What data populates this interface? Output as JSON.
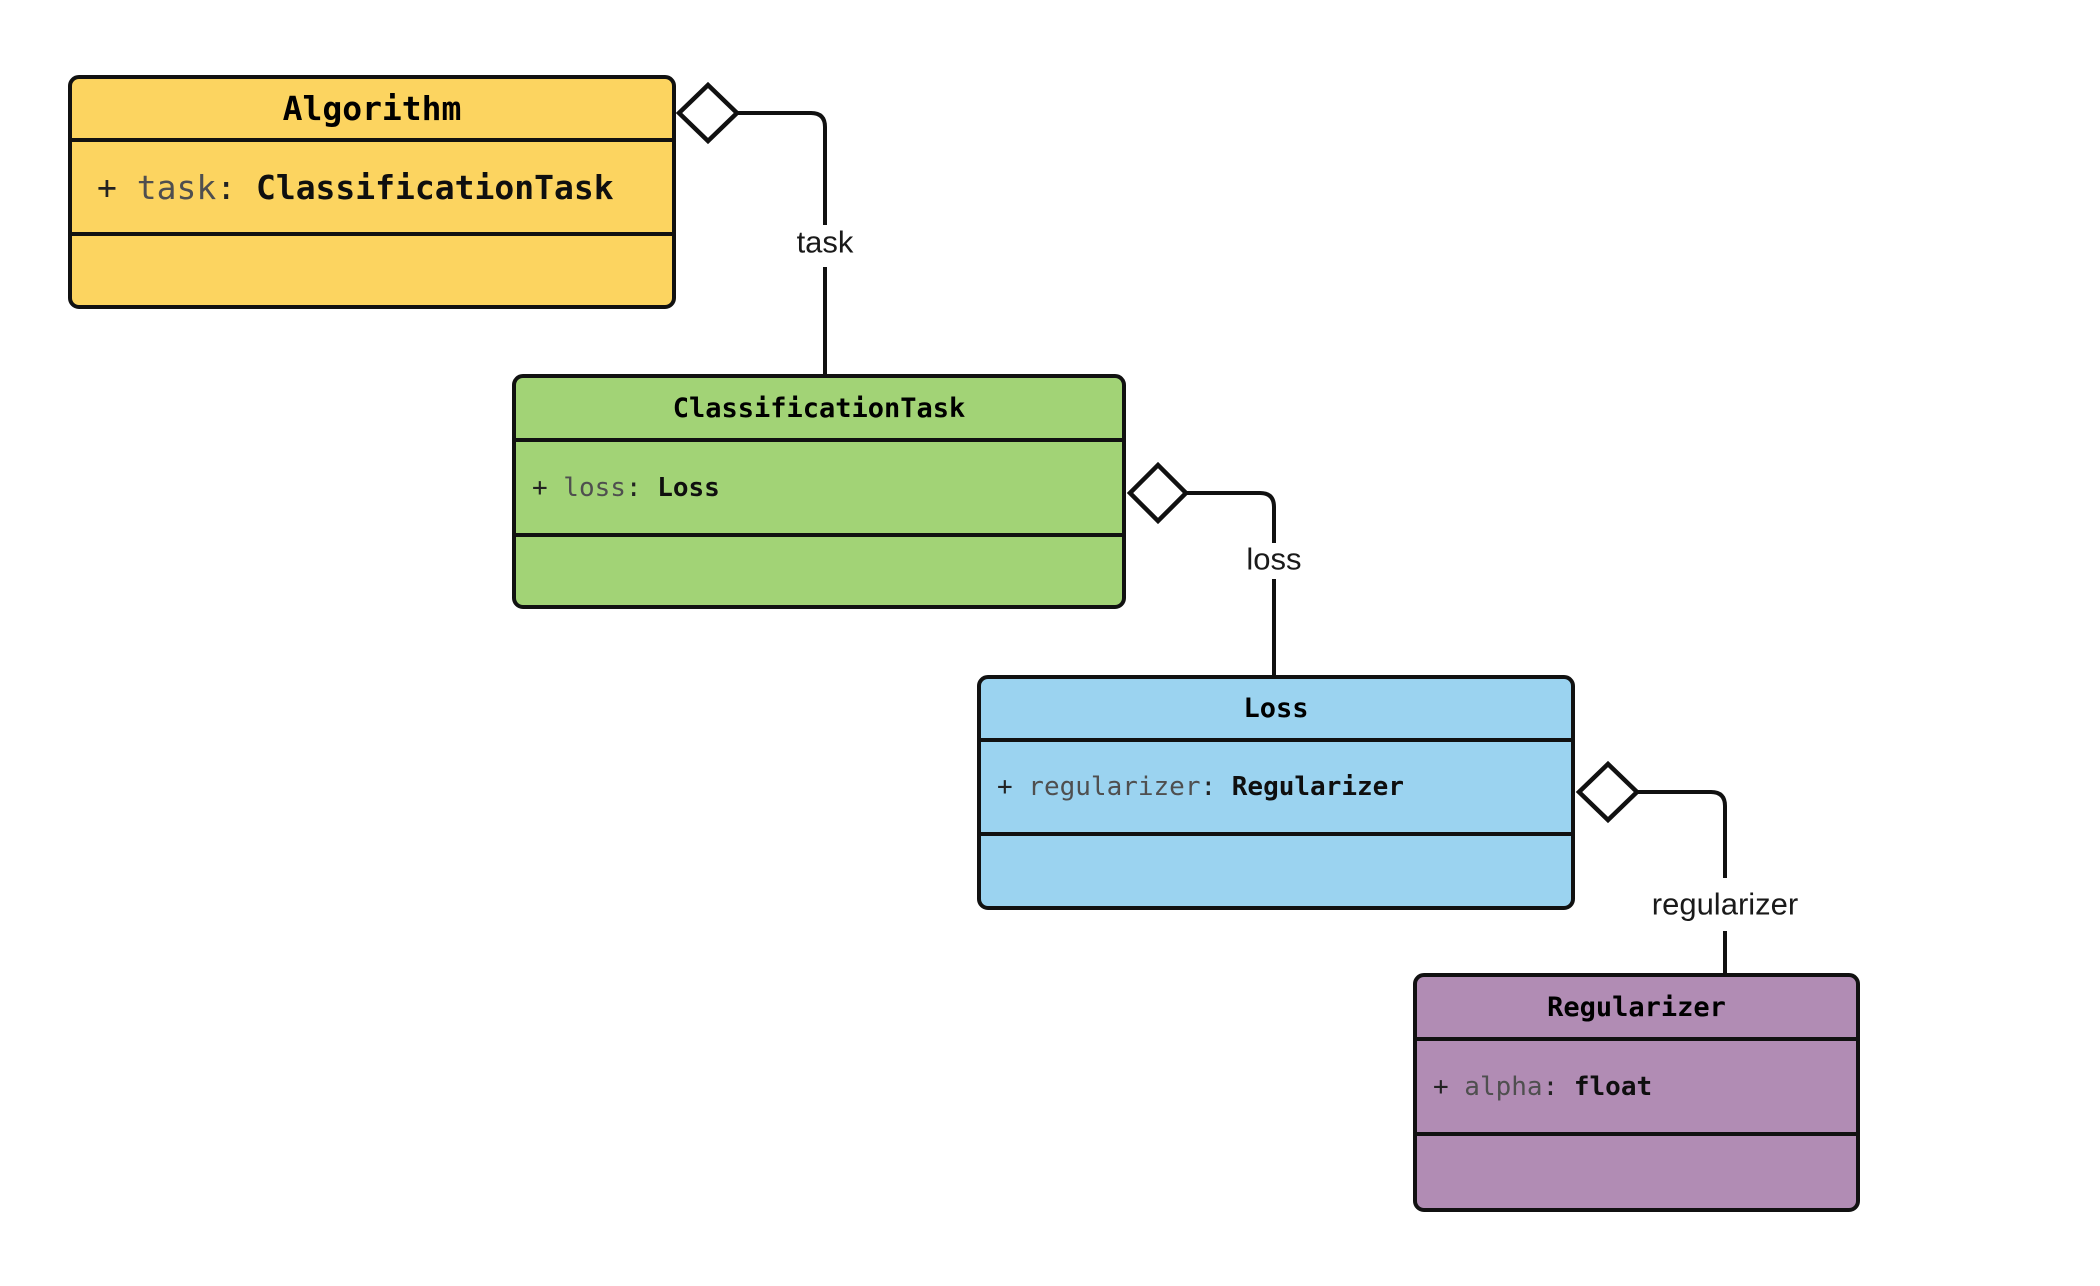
{
  "diagram": {
    "type": "uml-class-diagram",
    "classes": [
      {
        "name": "Algorithm",
        "fill": "#fcd460",
        "attribute": {
          "visibility": "+",
          "name": "task",
          "colon": ":",
          "type": "ClassificationTask"
        }
      },
      {
        "name": "ClassificationTask",
        "fill": "#a2d376",
        "attribute": {
          "visibility": "+",
          "name": "loss",
          "colon": ":",
          "type": "Loss"
        }
      },
      {
        "name": "Loss",
        "fill": "#9bd3f0",
        "attribute": {
          "visibility": "+",
          "name": "regularizer",
          "colon": ":",
          "type": "Regularizer"
        }
      },
      {
        "name": "Regularizer",
        "fill": "#b18cb4",
        "attribute": {
          "visibility": "+",
          "name": "alpha",
          "colon": ":",
          "type": "float"
        }
      }
    ],
    "relationships": [
      {
        "from": "Algorithm",
        "to": "ClassificationTask",
        "kind": "aggregation",
        "label": "task"
      },
      {
        "from": "ClassificationTask",
        "to": "Loss",
        "kind": "aggregation",
        "label": "loss"
      },
      {
        "from": "Loss",
        "to": "Regularizer",
        "kind": "aggregation",
        "label": "regularizer"
      }
    ],
    "colors": {
      "background": "#ffffff",
      "line": "#111111",
      "class_fills": [
        "#fcd460",
        "#a2d376",
        "#9bd3f0",
        "#b18cb4"
      ]
    }
  }
}
